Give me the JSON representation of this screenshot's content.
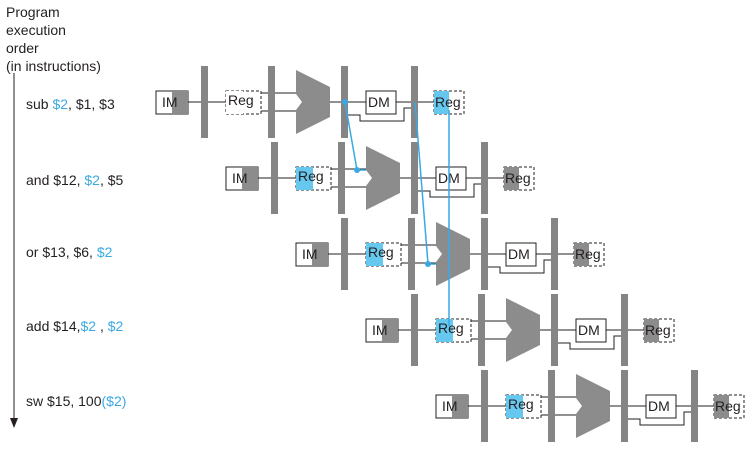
{
  "axis": {
    "title": "Program\nexecution\norder\n(in instructions)"
  },
  "instructions": [
    {
      "parts": [
        "sub ",
        "$2",
        ", $1, $3"
      ],
      "highlight": [
        1
      ]
    },
    {
      "parts": [
        "and $12,  ",
        "$2",
        ", $5"
      ],
      "highlight": [
        1
      ]
    },
    {
      "parts": [
        "or $13, $6, ",
        "$2"
      ],
      "highlight": [
        1
      ]
    },
    {
      "parts": [
        "add $14,",
        "$2",
        " , ",
        "$2"
      ],
      "highlight": [
        1,
        3
      ]
    },
    {
      "parts": [
        "sw $15, 100",
        "($2)"
      ],
      "highlight": [
        1
      ]
    }
  ],
  "stage_labels": {
    "instruction_memory": "IM",
    "register_file": "Reg",
    "data_memory": "DM"
  },
  "colors": {
    "unit_gray": "#8c8c8c",
    "latch_gray": "#858585",
    "highlight_blue": "#3aa9e3",
    "highlight_fill": "#66c8ef",
    "line": "#231f20"
  }
}
